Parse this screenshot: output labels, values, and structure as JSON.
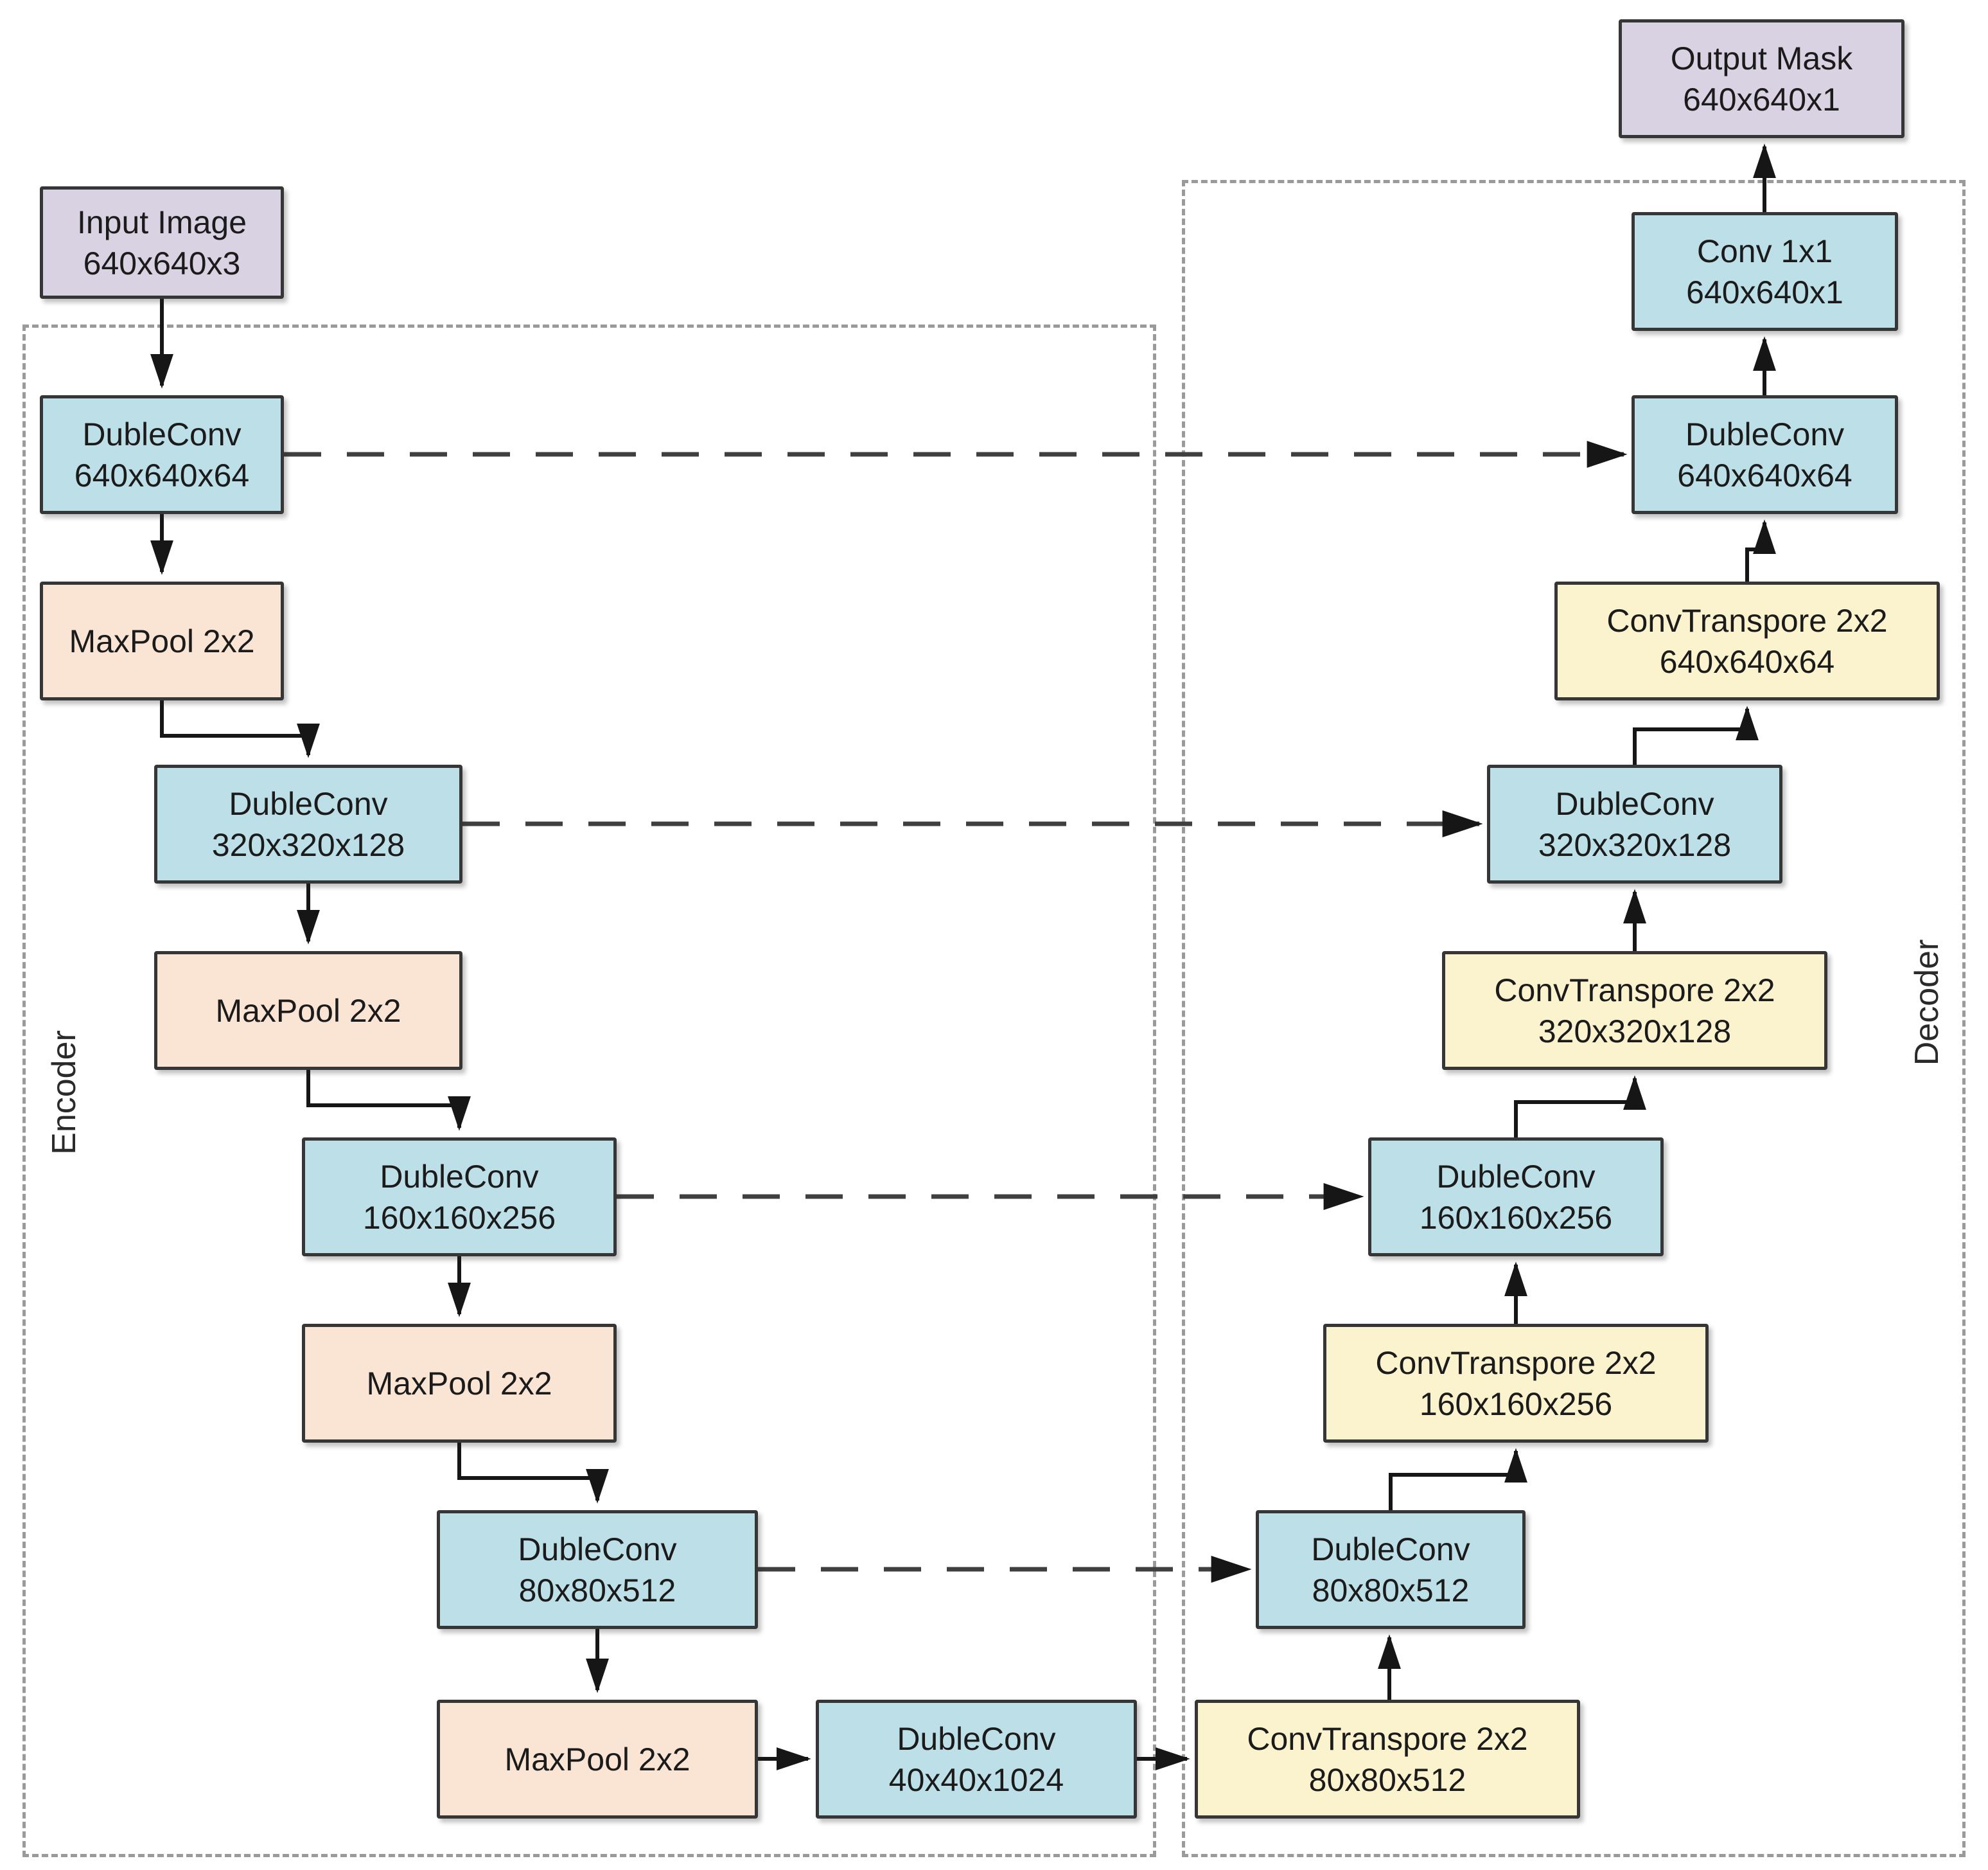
{
  "labels": {
    "encoder": "Encoder",
    "decoder": "Decoder"
  },
  "nodes": {
    "input_image": {
      "title": "Input Image",
      "dims": "640x640x3"
    },
    "enc_dubleconv_1": {
      "title": "DubleConv",
      "dims": "640x640x64"
    },
    "enc_maxpool_1": {
      "title": "MaxPool 2x2",
      "dims": ""
    },
    "enc_dubleconv_2": {
      "title": "DubleConv",
      "dims": "320x320x128"
    },
    "enc_maxpool_2": {
      "title": "MaxPool 2x2",
      "dims": ""
    },
    "enc_dubleconv_3": {
      "title": "DubleConv",
      "dims": "160x160x256"
    },
    "enc_maxpool_3": {
      "title": "MaxPool 2x2",
      "dims": ""
    },
    "enc_dubleconv_4": {
      "title": "DubleConv",
      "dims": "80x80x512"
    },
    "enc_maxpool_4": {
      "title": "MaxPool 2x2",
      "dims": ""
    },
    "bottleneck_dubleconv": {
      "title": "DubleConv",
      "dims": "40x40x1024"
    },
    "dec_convtranspore_4": {
      "title": "ConvTranspore 2x2",
      "dims": "80x80x512"
    },
    "dec_dubleconv_4": {
      "title": "DubleConv",
      "dims": "80x80x512"
    },
    "dec_convtranspore_3": {
      "title": "ConvTranspore 2x2",
      "dims": "160x160x256"
    },
    "dec_dubleconv_3": {
      "title": "DubleConv",
      "dims": "160x160x256"
    },
    "dec_convtranspore_2": {
      "title": "ConvTranspore 2x2",
      "dims": "320x320x128"
    },
    "dec_dubleconv_2": {
      "title": "DubleConv",
      "dims": "320x320x128"
    },
    "dec_convtranspore_1": {
      "title": "ConvTranspore 2x2",
      "dims": "640x640x64"
    },
    "dec_dubleconv_1": {
      "title": "DubleConv",
      "dims": "640x640x64"
    },
    "conv_1x1": {
      "title": "Conv 1x1",
      "dims": "640x640x1"
    },
    "output_mask": {
      "title": "Output Mask",
      "dims": "640x640x1"
    }
  },
  "colors": {
    "io_fill": "#d9d2e2",
    "conv_fill": "#bde0e8",
    "maxpool_fill": "#fae5d4",
    "convtranspore_fill": "#fbf2ce",
    "node_border": "#363636",
    "container_dash": "#9a9a9a",
    "skip_dash": "#3f3f3f",
    "arrow": "#161616"
  }
}
